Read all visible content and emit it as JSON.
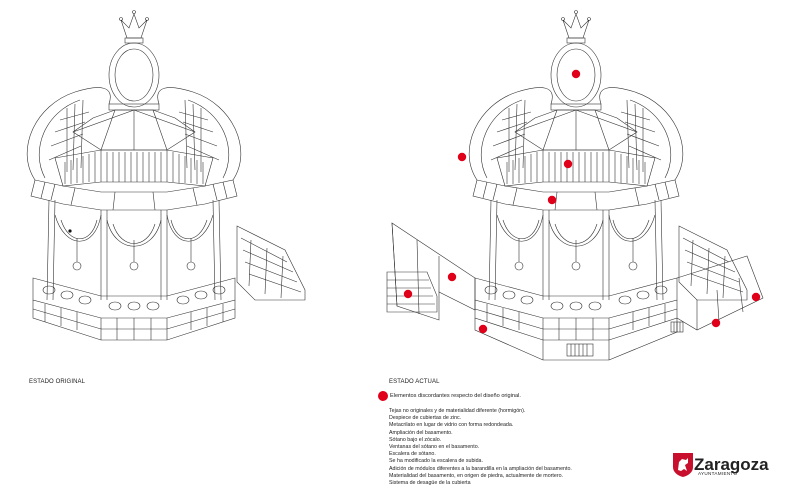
{
  "captions": {
    "left": "ESTADO ORIGINAL",
    "right": "ESTADO ACTUAL"
  },
  "legend": {
    "label": "Elementos discordantes respecto del diseño original.",
    "color": "#e0001a"
  },
  "notes": [
    "Tejas no originales y de materialidad diferente (hormigón).",
    "Despiece de cubiertas de zinc.",
    "Metacrilato en lugar de vidrio con forma redondeada.",
    "Ampliación del basamento.",
    "Sótano bajo el zócalo.",
    "Ventanas del sótano en el basamento.",
    "Escalera de sótano.",
    "Se ha modificado la escalera de subida.",
    "Adición de módulos diferentes a la barandilla en la ampliación del basamento.",
    "Materialidad del basamento, en origen de piedra, actualmente de mortero.",
    "Sistema de desagüe de la cubierta"
  ],
  "logo": {
    "name": "Zaragoza",
    "subtitle": "AYUNTAMIENTO",
    "color": "#c8102e"
  }
}
